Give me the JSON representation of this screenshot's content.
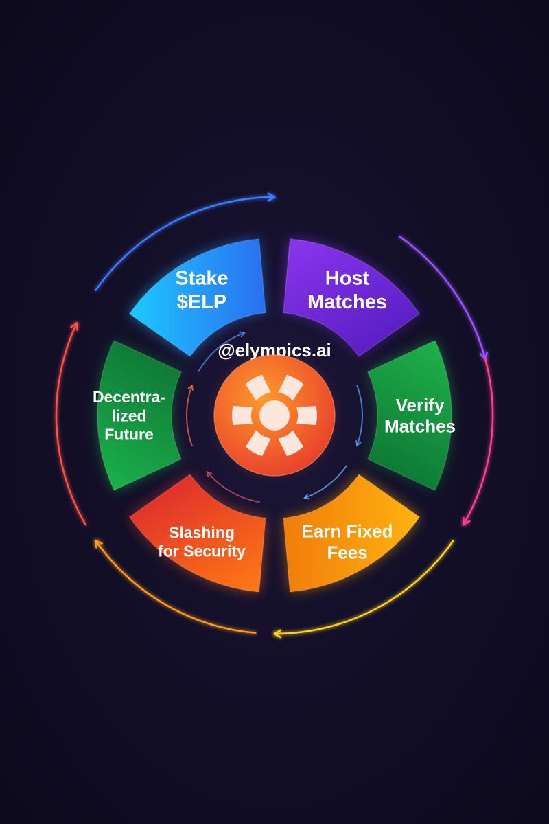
{
  "diagram": {
    "center_handle": "@elympics.ai",
    "center_logo_icon": "elympics-logo-icon",
    "segments": [
      {
        "id": "stake",
        "lines": [
          "Stake",
          "$ELP"
        ],
        "color_start": "#1ec8ff",
        "color_end": "#2a6ff0"
      },
      {
        "id": "host",
        "lines": [
          "Host",
          "Matches"
        ],
        "color_start": "#8a35ee",
        "color_end": "#5b1fc4"
      },
      {
        "id": "verify",
        "lines": [
          "Verify",
          "Matches"
        ],
        "color_start": "#1fb04a",
        "color_end": "#0e7a35"
      },
      {
        "id": "earn",
        "lines": [
          "Earn Fixed",
          "Fees"
        ],
        "color_start": "#ffb20f",
        "color_end": "#f07d0b"
      },
      {
        "id": "slashing",
        "lines": [
          "Slashing",
          "for Security"
        ],
        "color_start": "#ff7a14",
        "color_end": "#e0322a"
      },
      {
        "id": "decentralized",
        "lines": [
          "Decentra-",
          "lized",
          "Future"
        ],
        "color_start": "#1bb04c",
        "color_end": "#0f7a36"
      }
    ],
    "outer_ring_colors": [
      "#3d7dff",
      "#9a55ff",
      "#ff3f8e",
      "#ffd21a",
      "#ff9a1f",
      "#ff4f4a"
    ],
    "accent_logo_colors": [
      "#ff9a2a",
      "#e83e2d"
    ]
  }
}
